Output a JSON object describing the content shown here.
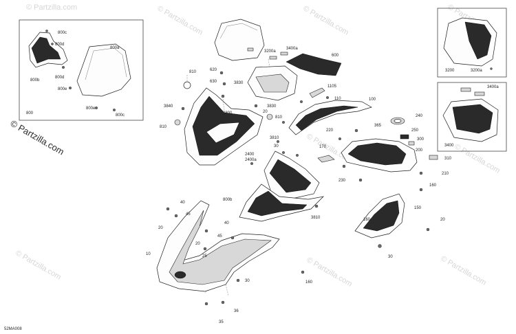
{
  "diagram": {
    "code": "52MA008",
    "watermark_main": "© Partzilla.com",
    "watermark_repeat": "© Partzilla.com",
    "labels": {
      "l800c": "800c",
      "l800d": "800d",
      "l800a": "800a",
      "l800b": "800b",
      "l800e_1": "800e",
      "l800e_2": "800e",
      "l800c_2": "800c",
      "l800": "800",
      "l3200a_top": "3200a",
      "l3400a_top": "3400a",
      "l600": "600",
      "l810_a": "810",
      "l620": "620",
      "l630": "630",
      "l3830_a": "3830",
      "l1105": "1105",
      "l110": "110",
      "l100": "100",
      "l3840": "3840",
      "l3800": "3800",
      "l3830_b": "3830",
      "l20_a": "20",
      "l810_b": "810",
      "l810_c": "810",
      "l240": "240",
      "l365": "365",
      "l250": "250",
      "l220": "220",
      "l3810_a": "3810",
      "l30_a": "30",
      "l170": "170",
      "l300": "300",
      "l200": "200",
      "l310": "310",
      "l2400": "2400",
      "l2400a": "2400a",
      "l230": "230",
      "l210": "210",
      "l160_a": "160",
      "l800b_2": "800b",
      "l40_a": "40",
      "l45_a": "45",
      "l20_b": "20",
      "l40_b": "40",
      "l3810_b": "3810",
      "l150": "150",
      "l160_b": "160",
      "l20_c": "20",
      "l45_b": "45",
      "l20_d": "20",
      "l10": "10",
      "l25": "25",
      "l30_b": "30",
      "l30_c": "30",
      "l160_c": "160",
      "l36": "36",
      "l35": "35",
      "l3200": "3200",
      "l3200a": "3200a",
      "l3400a": "3400a",
      "l3400": "3400"
    }
  }
}
